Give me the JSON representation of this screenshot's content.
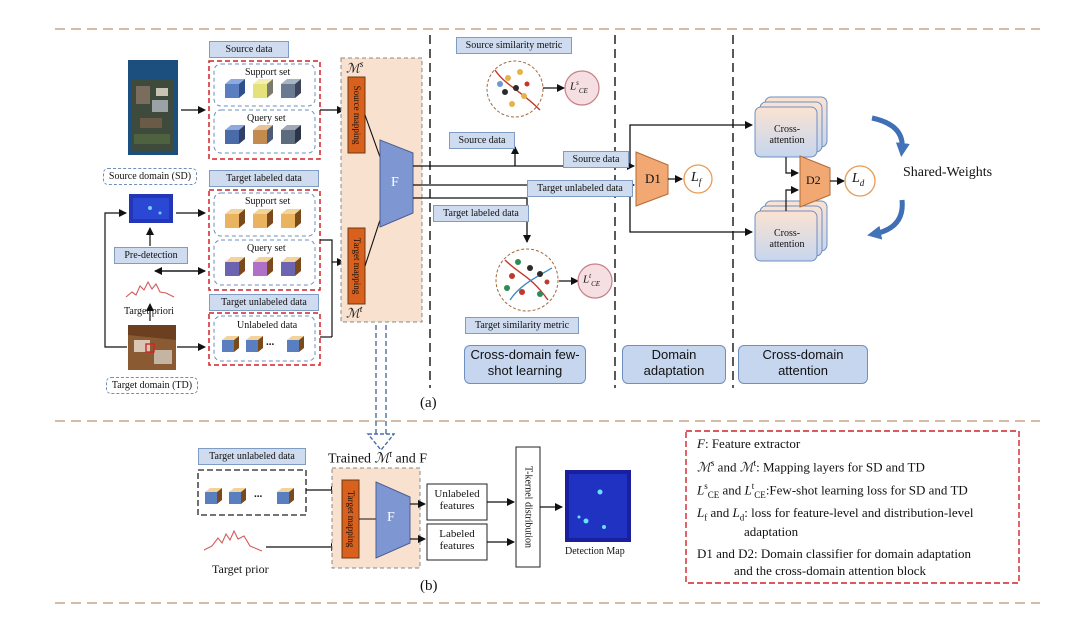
{
  "source": {
    "title": "Source data",
    "support": "Support set",
    "query": "Query set",
    "domain": "Source domain (SD)"
  },
  "target": {
    "labeled_title": "Target labeled data",
    "support": "Support set",
    "query": "Query set",
    "unlabeled_title": "Target unlabeled data",
    "unlabeled": "Unlabeled data",
    "domain": "Target domain (TD)",
    "predetection": "Pre-detection",
    "priori": "Target priori",
    "ellipsis": "..."
  },
  "mapping": {
    "ms": "ℳ",
    "ms_sup": "s",
    "mt": "ℳ",
    "mt_sup": "t",
    "source_mapping": "Source mapping",
    "target_mapping": "Target mapping",
    "F": "F"
  },
  "flow": {
    "source_data_up": "Source data",
    "source_data": "Source data",
    "target_unlabeled": "Target unlabeled data",
    "target_labeled": "Target labeled data"
  },
  "metrics": {
    "source_title": "Source similarity metric",
    "target_title": "Target similarity metric",
    "lce_source": "L",
    "lce_source_sup": "s",
    "lce_sub": "CE",
    "lce_target": "L",
    "lce_target_sup": "t"
  },
  "adapt": {
    "d1": "D1",
    "lf": "L",
    "lf_sub": "f",
    "cross_attention_top": "Cross-attention",
    "cross_attention_bottom": "Cross-attention",
    "d2": "D2",
    "ld": "L",
    "ld_sub": "d",
    "shared_weights": "Shared-Weights"
  },
  "stages": {
    "fsl": "Cross-domain few-shot learning",
    "da": "Domain adaptation",
    "cda": "Cross-domain attention"
  },
  "labels": {
    "a": "(a)",
    "b": "(b)"
  },
  "bottom": {
    "unlabeled_title": "Target unlabeled data",
    "trained_prefix": "Trained",
    "trained_mt": "ℳ",
    "trained_mt_sup": "t",
    "trained_suffix": "and F",
    "target_mapping": "Target mapping",
    "F": "F",
    "unlabeled_features": "Unlabeled features",
    "labeled_features": "Labeled features",
    "tkernel": "T-kernel distribution",
    "detection_map": "Detection Map",
    "target_prior": "Target prior",
    "ellipsis": "..."
  },
  "legend": {
    "f_sym": "F",
    "f_text": ": Feature extractor",
    "ms_sym": "ℳ",
    "ms_sup": "s",
    "and": "and",
    "mt_sym": "ℳ",
    "mt_sup": "t",
    "m_text": ": Mapping layers for SD and TD",
    "ls_sym": "L",
    "ls_sup": "s",
    "ls_sub": "CE",
    "and2": "and",
    "lt_sym": "L",
    "lt_sup": "t",
    "lt_sub": "CE",
    "l_text": ":Few-shot learning loss for SD and TD",
    "lf_sym": "L",
    "lf_sub": "f",
    "and3": "and",
    "ld_sym": "L",
    "ld_sub": "d",
    "lfd_text": ": loss for feature-level and distribution-level",
    "lfd_text2": "adaptation",
    "d_text": "D1 and D2: Domain classifier for domain adaptation",
    "d_text2": "and the cross-domain attention block"
  },
  "colors": {
    "chip_fill": "#cfdcef",
    "stage_fill": "#c6d6ee",
    "mapping_panel": "#f9e1cf",
    "mapping_bar": "#d9601d",
    "extractor": "#7e97d3",
    "discriminator": "#f2a873",
    "red_dash": "#d1232a",
    "blue_dash": "#4a6ea8",
    "divider": "#c8a58a"
  }
}
